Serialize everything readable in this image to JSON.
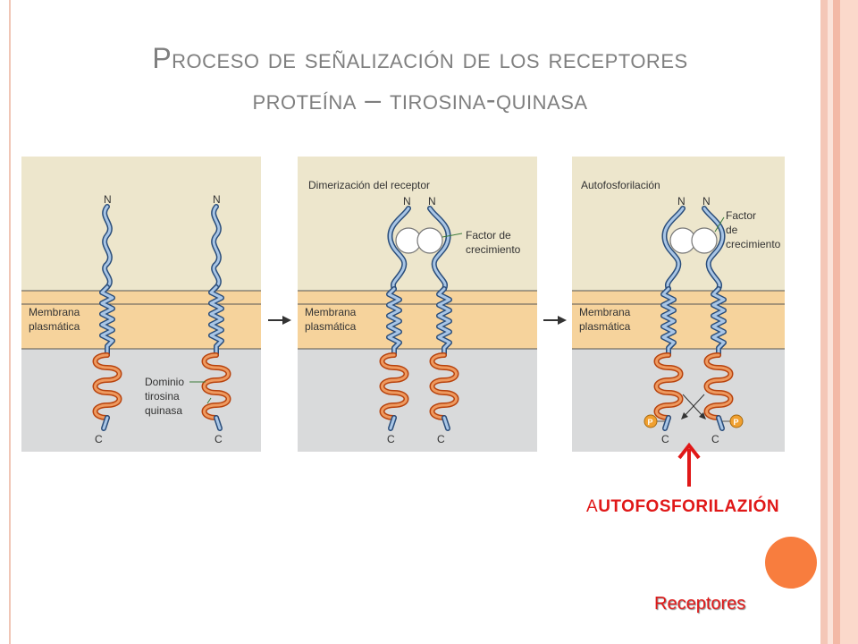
{
  "slide": {
    "title_line1": "Proceso de señalización de los receptores",
    "title_line2": "proteína – tirosina-quinasa",
    "autofosforilacion_first": "A",
    "autofosforilacion_rest": "UTOFOSFORILAZIÓN",
    "receptores": "Receptores"
  },
  "panels": [
    {
      "header": "",
      "n_label": "N",
      "c_label": "C",
      "membrane_line1": "Membrana",
      "membrane_line2": "plasmática",
      "domain_line1": "Dominio",
      "domain_line2": "tirosina",
      "domain_line3": "quinasa"
    },
    {
      "header": "Dimerización del receptor",
      "n_label": "N",
      "c_label": "C",
      "membrane_line1": "Membrana",
      "membrane_line2": "plasmática",
      "factor_line1": "Factor de",
      "factor_line2": "crecimiento"
    },
    {
      "header": "Autofosforilación",
      "n_label": "N",
      "c_label": "C",
      "membrane_line1": "Membrana",
      "membrane_line2": "plasmática",
      "factor_line1": "Factor",
      "factor_line2": "de",
      "factor_line3": "crecimiento",
      "phosphate_label": "P"
    }
  ],
  "colors": {
    "extracellular": "#ede6cc",
    "membrane": "#f6d39c",
    "cytoplasm": "#d9dadb",
    "receptor_outer": "#2a4d7a",
    "receptor_fill": "#a9c6e6",
    "kinase_outer": "#b8420c",
    "kinase_fill": "#ee9a60",
    "phosphate": "#f0a030",
    "accent_red": "#e01818"
  }
}
